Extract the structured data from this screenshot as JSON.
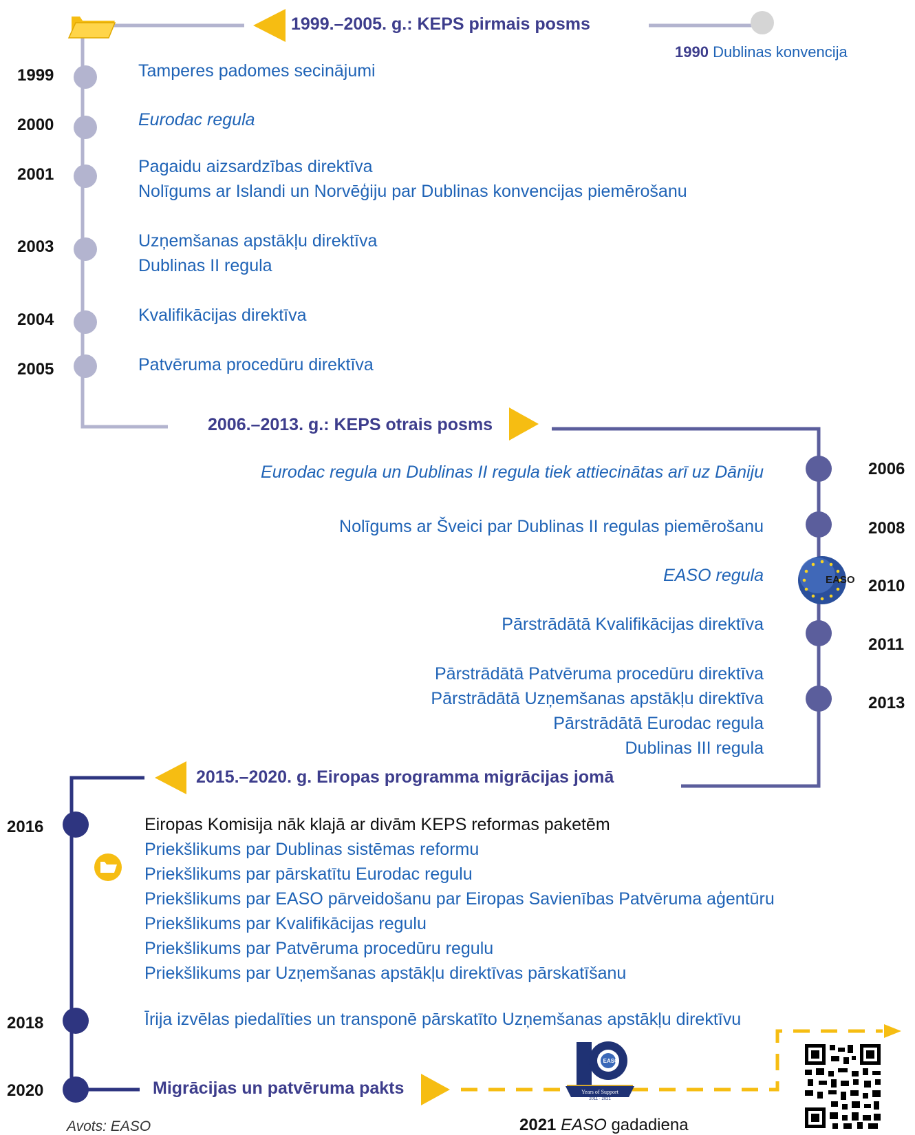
{
  "colors": {
    "phase1": "#b3b4cf",
    "phase2": "#5b5e9c",
    "phase3": "#2e3580",
    "accent": "#f6bd12",
    "link": "#1f63b6",
    "grey_dot": "#d5d5d5"
  },
  "phase1": {
    "title": "1999.–2005. g.: KEPS pirmais posms",
    "intro": {
      "year": "1990",
      "label": "Dublinas konvencija"
    },
    "events": [
      {
        "year": "1999",
        "items": [
          "Tamperes padomes secinājumi"
        ]
      },
      {
        "year": "2000",
        "items": [
          "Eurodac regula"
        ]
      },
      {
        "year": "2001",
        "items": [
          "Pagaidu aizsardzības direktīva",
          "Nolīgums ar Islandi un Norvēģiju par Dublinas konvencijas piemērošanu"
        ]
      },
      {
        "year": "2003",
        "items": [
          "Uzņemšanas apstākļu direktīva",
          "Dublinas II regula"
        ]
      },
      {
        "year": "2004",
        "items": [
          "Kvalifikācijas direktīva"
        ]
      },
      {
        "year": "2005",
        "items": [
          "Patvēruma procedūru direktīva"
        ]
      }
    ]
  },
  "phase2": {
    "title": "2006.–2013. g.: KEPS otrais posms",
    "easo_logo_text": "EASO",
    "events": [
      {
        "year": "2006",
        "items": [
          "Eurodac regula un Dublinas II regula tiek attiecinātas arī uz Dāniju"
        ]
      },
      {
        "year": "2008",
        "items": [
          "Nolīgums ar Šveici par Dublinas II regulas piemērošanu"
        ]
      },
      {
        "year": "2010",
        "items": [
          "EASO regula"
        ]
      },
      {
        "year": "2011",
        "items": [
          "Pārstrādātā Kvalifikācijas direktīva"
        ]
      },
      {
        "year": "2013",
        "items": [
          "Pārstrādātā Patvēruma procedūru direktīva",
          "Pārstrādātā Uzņemšanas apstākļu direktīva",
          "Pārstrādātā Eurodac regula",
          "Dublinas III regula"
        ]
      }
    ]
  },
  "phase3": {
    "title": "2015.–2020. g. Eiropas programma migrācijas jomā",
    "events": [
      {
        "year": "2016",
        "lead": "Eiropas Komisija nāk klajā ar divām KEPS reformas paketēm",
        "items": [
          "Priekšlikums par Dublinas sistēmas reformu",
          "Priekšlikums par pārskatītu Eurodac regulu",
          "Priekšlikums par EASO pārveidošanu par Eiropas Savienības Patvēruma aģentūru",
          "Priekšlikums par Kvalifikācijas regulu",
          "Priekšlikums par Patvēruma procedūru regulu",
          "Priekšlikums par Uzņemšanas apstākļu direktīvas pārskatīšanu"
        ]
      },
      {
        "year": "2018",
        "items": [
          "Īrija izvēlas piedalīties un transponē pārskatīto Uzņemšanas apstākļu direktīvu"
        ]
      },
      {
        "year": "2020",
        "items": [
          "Migrācijas un patvēruma pakts"
        ]
      }
    ]
  },
  "anniversary": {
    "year": "2021",
    "name": "EASO",
    "label": "gadadiena",
    "logo_number": "10",
    "logo_text": "Years of Support",
    "logo_dates": "2011 · 2021",
    "logo_small": "EASO"
  },
  "source": "Avots: EASO",
  "icons": [
    "folder-icon",
    "folder-circle-icon",
    "arrow-left-icon",
    "arrow-right-icon",
    "qr-code-icon",
    "easo-logo-icon",
    "easo-anniversary-logo-icon"
  ]
}
